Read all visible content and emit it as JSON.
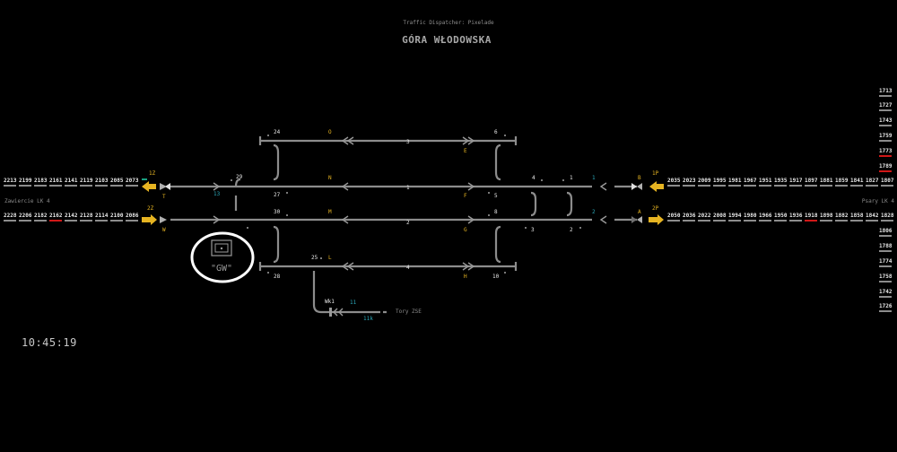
{
  "header": {
    "subtitle": "Traffic Dispatcher: Pixelade",
    "station": "GÓRA WŁODOWSKA"
  },
  "clock": "10:45:19",
  "directions": {
    "left": "Zawiercie LK 4",
    "right": "Psary LK 4",
    "siding": "Tory ZSE"
  },
  "left_upper_trains": [
    "2213",
    "2199",
    "2183",
    "2161",
    "2141",
    "2119",
    "2103",
    "2085",
    "2073"
  ],
  "left_lower_trains": [
    "2228",
    "2206",
    "2182",
    "2162",
    "2142",
    "2128",
    "2114",
    "2100",
    "2086"
  ],
  "right_upper_trains": [
    "2035",
    "2023",
    "2009",
    "1995",
    "1981",
    "1967",
    "1951",
    "1935",
    "1917",
    "1897",
    "1881",
    "1859",
    "1841",
    "1827",
    "1807"
  ],
  "right_lower_trains": [
    "2050",
    "2036",
    "2022",
    "2008",
    "1994",
    "1980",
    "1966",
    "1950",
    "1936",
    "1918",
    "1898",
    "1882",
    "1858",
    "1842",
    "1828"
  ],
  "right_column_trains": [
    "1713",
    "1727",
    "1743",
    "1759",
    "1773",
    "1789",
    "1806",
    "1788",
    "1774",
    "1758",
    "1742",
    "1726"
  ],
  "signals": {
    "1Z": "1Z",
    "2Z": "2Z",
    "T": "T",
    "W": "W",
    "1P": "1P",
    "2P": "2P",
    "B": "B",
    "A": "A",
    "O": "O",
    "N1": "N",
    "M": "M",
    "L": "L",
    "E": "E",
    "F": "F",
    "G": "G",
    "H": "H"
  },
  "tracks": {
    "t3": "3",
    "t1": "1",
    "t2": "2",
    "t4": "4"
  },
  "switches": {
    "s24": "24",
    "s29": "29",
    "s27": "27",
    "s30": "30",
    "s28": "28",
    "s25": "25",
    "s6": "6",
    "s5": "5",
    "s8": "8",
    "s3": "3",
    "s10": "10",
    "s4": "4",
    "s1": "1",
    "s2": "2",
    "s13": "13",
    "s11": "11",
    "sWk1": "Wk1",
    "s11k": "11k",
    "blk1": "1",
    "blk2": "2"
  },
  "gw_label": "\"GW\"",
  "colors": {
    "yellow": "#e6b422",
    "cyan": "#2aa7b8",
    "red": "#d01818",
    "green": "#1aa080"
  }
}
